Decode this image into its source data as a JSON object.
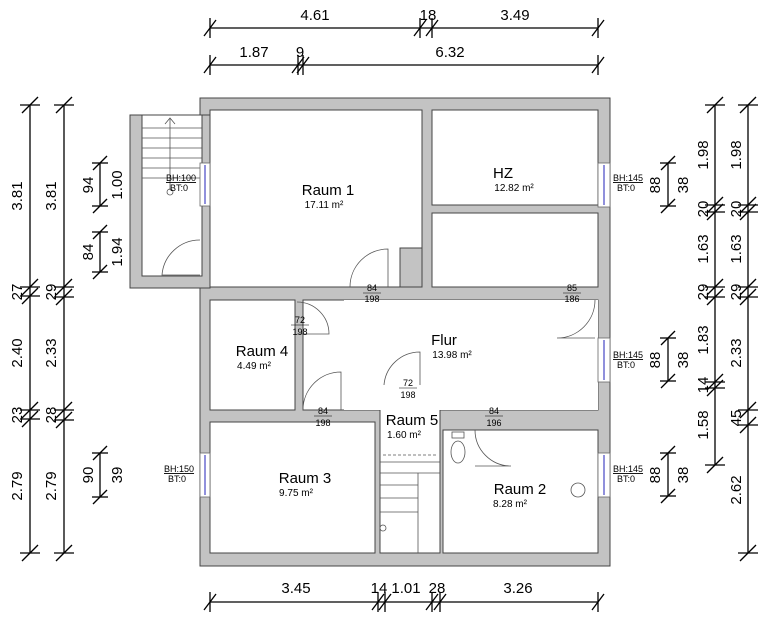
{
  "rooms": {
    "raum1": {
      "name": "Raum 1",
      "area": "17.11 m²"
    },
    "hz": {
      "name": "HZ",
      "area": "12.82 m²"
    },
    "flur": {
      "name": "Flur",
      "area": "13.98 m²"
    },
    "raum4": {
      "name": "Raum 4",
      "area": "4.49 m²"
    },
    "raum5": {
      "name": "Raum 5",
      "area": "1.60 m²"
    },
    "raum3": {
      "name": "Raum 3",
      "area": "9.75 m²"
    },
    "raum2": {
      "name": "Raum 2",
      "area": "8.28 m²"
    }
  },
  "doors": [
    {
      "w": "84",
      "h": "198"
    },
    {
      "w": "85",
      "h": "186"
    },
    {
      "w": "72",
      "h": "198"
    },
    {
      "w": "72",
      "h": "198"
    },
    {
      "w": "84",
      "h": "198"
    },
    {
      "w": "84",
      "h": "196"
    }
  ],
  "windows": [
    {
      "bh": "BH:100",
      "bt": "BT:0"
    },
    {
      "bh": "BH:145",
      "bt": "BT:0"
    },
    {
      "bh": "BH:145",
      "bt": "BT:0"
    },
    {
      "bh": "BH:150",
      "bt": "BT:0"
    },
    {
      "bh": "BH:145",
      "bt": "BT:0"
    }
  ],
  "dims": {
    "top1": [
      "4.61",
      "18",
      "3.49"
    ],
    "top2": [
      "1.87",
      "9",
      "6.32"
    ],
    "bottom": [
      "3.45",
      "14",
      "1.01",
      "28",
      "3.26"
    ],
    "left1": [
      "3.81",
      "27",
      "2.40",
      "23",
      "2.79"
    ],
    "left2": [
      "3.81",
      "29",
      "2.33",
      "28",
      "2.79"
    ],
    "left_win": [
      [
        "94",
        "1.00"
      ],
      [
        "84",
        "1.94"
      ],
      [
        "90",
        "39"
      ]
    ],
    "right1": [
      "1.98",
      "20",
      "1.63",
      "29",
      "1.83",
      "14",
      "1.58"
    ],
    "right2": [
      "1.98",
      "20",
      "1.63",
      "29",
      "2.33",
      "45",
      "2.62"
    ],
    "right_win": [
      [
        "88",
        "38"
      ],
      [
        "88",
        "38"
      ],
      [
        "88",
        "38"
      ]
    ]
  }
}
